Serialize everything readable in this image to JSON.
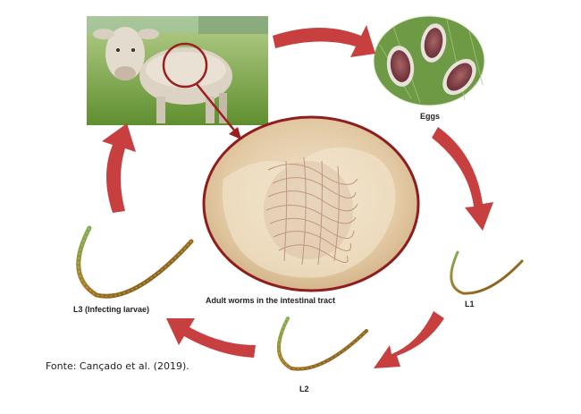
{
  "diagram": {
    "stages": {
      "eggs": "Eggs",
      "l1": "L1",
      "l2": "L2",
      "l3": "L3 (Infecting larvae)",
      "adult": "Adult worms in the intestinal tract"
    },
    "source": "Fonte: Cançado et al. (2019).",
    "colors": {
      "arrow": "#c7403f",
      "circle_border": "#8f1d1d",
      "grass": "#7faa45",
      "cow": "#d9cfc0",
      "intestine": "#e8d6bb",
      "larva": "#8a6a1e"
    }
  }
}
